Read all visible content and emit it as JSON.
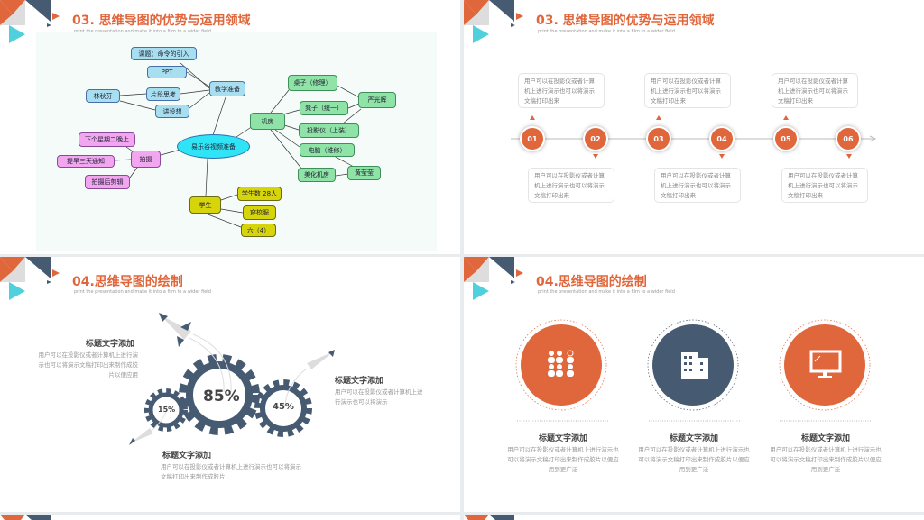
{
  "slides": [
    {
      "title": "03. 思维导图的优势与运用领域",
      "subtitle": "print the presentation and make it into a film to a wider field",
      "mindmap": {
        "center": "易乐谷视频准备",
        "nodes": [
          "课题：命令的引入",
          "PPT",
          "教学准备",
          "片段思考",
          "林秋芬",
          "讲设想",
          "下个星期二晚上",
          "拍摄",
          "提早三天通知",
          "拍摄后剪辑",
          "机房",
          "桌子（修理）",
          "凳子（统一）",
          "投影仪（上装）",
          "严光辉",
          "电脑（维修）",
          "美化机房",
          "黄莹莹",
          "学生",
          "学生数 28人",
          "穿校服",
          "六（4）"
        ]
      }
    },
    {
      "title": "03. 思维导图的优势与运用领域",
      "subtitle": "print the presentation and make it into a film to a wider field",
      "steps": [
        "01",
        "02",
        "03",
        "04",
        "05",
        "06"
      ],
      "step_text": "用户可以在投影仪或者计算机上进行演示也可以将演示文稿打印出来"
    },
    {
      "title": "04.思维导图的绘制",
      "subtitle": "print the presentation and make it into a film to a wider field",
      "gears": {
        "big": "85%",
        "small": "15%",
        "right": "45%"
      },
      "blocks": [
        {
          "head": "标题文字添加",
          "body": "用户可以在投影仪或者计算机上进行演示也可以将演示文稿打印出来制作成胶片以便应用"
        },
        {
          "head": "标题文字添加",
          "body": "用户可以在投影仪或者计算机上进行演示也可以将演示"
        },
        {
          "head": "标题文字添加",
          "body": "用户可以在投影仪或者计算机上进行演示也可以将演示文稿打印出来制作成胶片"
        }
      ]
    },
    {
      "title": "04.思维导图的绘制",
      "subtitle": "print the presentation and make it into a film to a wider field",
      "cards": [
        {
          "icon": "people-icon",
          "head": "标题文字添加",
          "body": "用户可以在投影仪或者计算机上进行演示也可以将演示文稿打印出来制作成胶片以便应用到更广泛"
        },
        {
          "icon": "building-icon",
          "head": "标题文字添加",
          "body": "用户可以在投影仪或者计算机上进行演示也可以将演示文稿打印出来制作成胶片以便应用到更广泛"
        },
        {
          "icon": "monitor-icon",
          "head": "标题文字添加",
          "body": "用户可以在投影仪或者计算机上进行演示也可以将演示文稿打印出来制作成胶片以便应用到更广泛"
        }
      ]
    }
  ],
  "colors": {
    "accent": "#e0663c",
    "navy": "#465a72",
    "teal": "#4fd0dc"
  }
}
